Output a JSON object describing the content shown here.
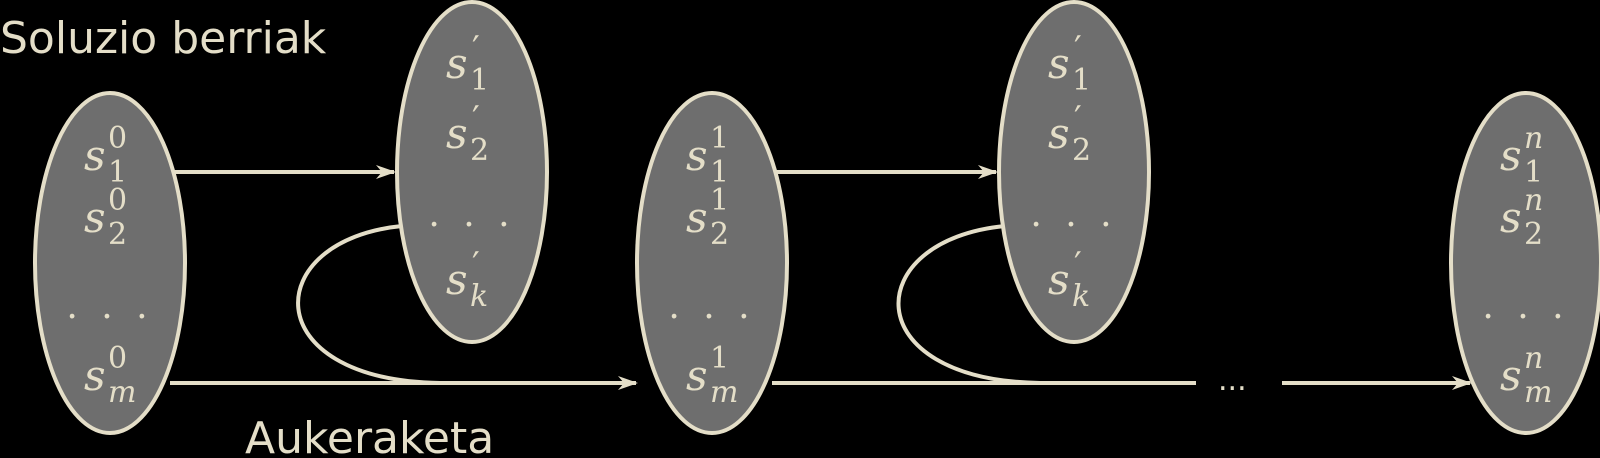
{
  "colors": {
    "background": "#000000",
    "ellipse_fill": "#6e6e6e",
    "ink": "#e4dec8"
  },
  "labels": {
    "new_solutions": "Soluzio berriak",
    "selection": "Aukeraketa",
    "gap": "..."
  },
  "populations": [
    {
      "id": "pop-0",
      "items": [
        {
          "base": "s",
          "sub": "1",
          "sup": "0"
        },
        {
          "base": "s",
          "sub": "2",
          "sup": "0"
        },
        {
          "dots": ". . ."
        },
        {
          "base": "s",
          "sub": "m",
          "sup": "0"
        }
      ]
    },
    {
      "id": "pop-1",
      "items": [
        {
          "base": "s",
          "sub": "1",
          "sup": "1"
        },
        {
          "base": "s",
          "sub": "2",
          "sup": "1"
        },
        {
          "dots": ". . ."
        },
        {
          "base": "s",
          "sub": "m",
          "sup": "1"
        }
      ]
    },
    {
      "id": "pop-n",
      "items": [
        {
          "base": "s",
          "sub": "1",
          "sup": "n"
        },
        {
          "base": "s",
          "sub": "2",
          "sup": "n"
        },
        {
          "dots": ". . ."
        },
        {
          "base": "s",
          "sub": "m",
          "sup": "n"
        }
      ]
    }
  ],
  "offspring": [
    {
      "id": "offspring-1",
      "items": [
        {
          "base": "s",
          "sub": "1",
          "prime": "′"
        },
        {
          "base": "s",
          "sub": "2",
          "prime": "′"
        },
        {
          "dots": ". . ."
        },
        {
          "base": "s",
          "sub": "k",
          "prime": "′"
        }
      ]
    },
    {
      "id": "offspring-2",
      "items": [
        {
          "base": "s",
          "sub": "1",
          "prime": "′"
        },
        {
          "base": "s",
          "sub": "2",
          "prime": "′"
        },
        {
          "dots": ". . ."
        },
        {
          "base": "s",
          "sub": "k",
          "prime": "′"
        }
      ]
    }
  ]
}
